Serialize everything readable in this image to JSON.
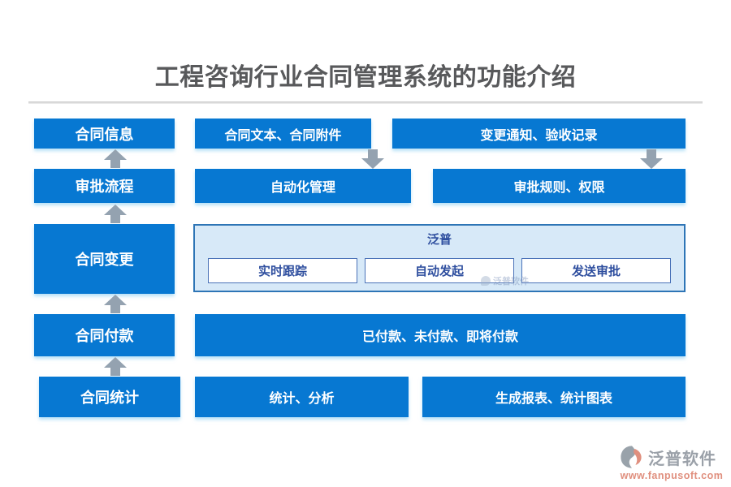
{
  "title": {
    "text": "工程咨询行业合同管理系统的功能介绍"
  },
  "flow": {
    "stages": [
      {
        "label": "合同信息"
      },
      {
        "label": "审批流程"
      },
      {
        "label": "合同变更"
      },
      {
        "label": "合同付款"
      },
      {
        "label": "合同统计"
      }
    ]
  },
  "details": {
    "row1": {
      "mid": "合同文本、合同附件",
      "right": "变更通知、验收记录"
    },
    "row2": {
      "mid": "自动化管理",
      "right": "审批规则、权限"
    },
    "row4": {
      "wide": "已付款、未付款、即将付款"
    },
    "row5": {
      "mid": "统计、分析",
      "right": "生成报表、统计图表"
    }
  },
  "panel": {
    "header": "泛普",
    "items": [
      {
        "label": "实时跟踪"
      },
      {
        "label": "自动发起"
      },
      {
        "label": "发送审批"
      }
    ],
    "watermark": "泛普软件"
  },
  "branding": {
    "name": "泛普软件",
    "url": "www.fanpusoft.com"
  },
  "colors": {
    "primary_blue": "#0778d2",
    "panel_fill": "#d7e9f8",
    "panel_border": "#2e75b6",
    "panel_text": "#2f4f9f",
    "pill_border": "#4a72b8",
    "arrow_gray": "#94a2b0",
    "title_gray": "#58595b",
    "logo_gray": "#9ba1a9",
    "logo_orange": "#e08f7e"
  }
}
